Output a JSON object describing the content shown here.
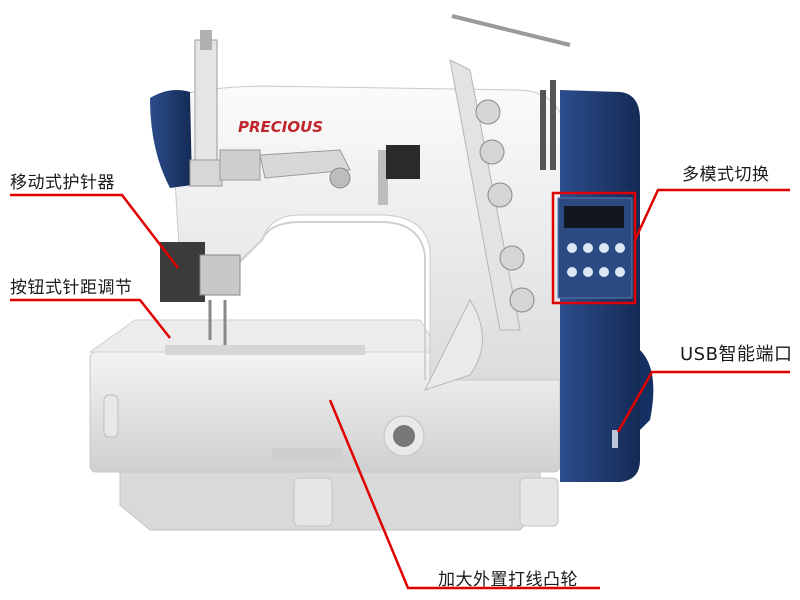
{
  "brand": "PRECIOUS",
  "callouts": {
    "needle_guard": "移动式护针器",
    "stitch_length_button": "按钮式针距调节",
    "multi_mode_switch": "多模式切换",
    "usb_port": "USB智能端口",
    "cam": "加大外置打线凸轮"
  },
  "colors": {
    "accent_line": "#e00000",
    "body_white": "#f2f2f2",
    "body_shadow": "#d9d9d9",
    "navy_panel": "#1f3a6e",
    "brand_red": "#c0262d",
    "panel_screen": "#12161f"
  },
  "icons": [
    "usb-port-icon",
    "display-screen-icon"
  ]
}
